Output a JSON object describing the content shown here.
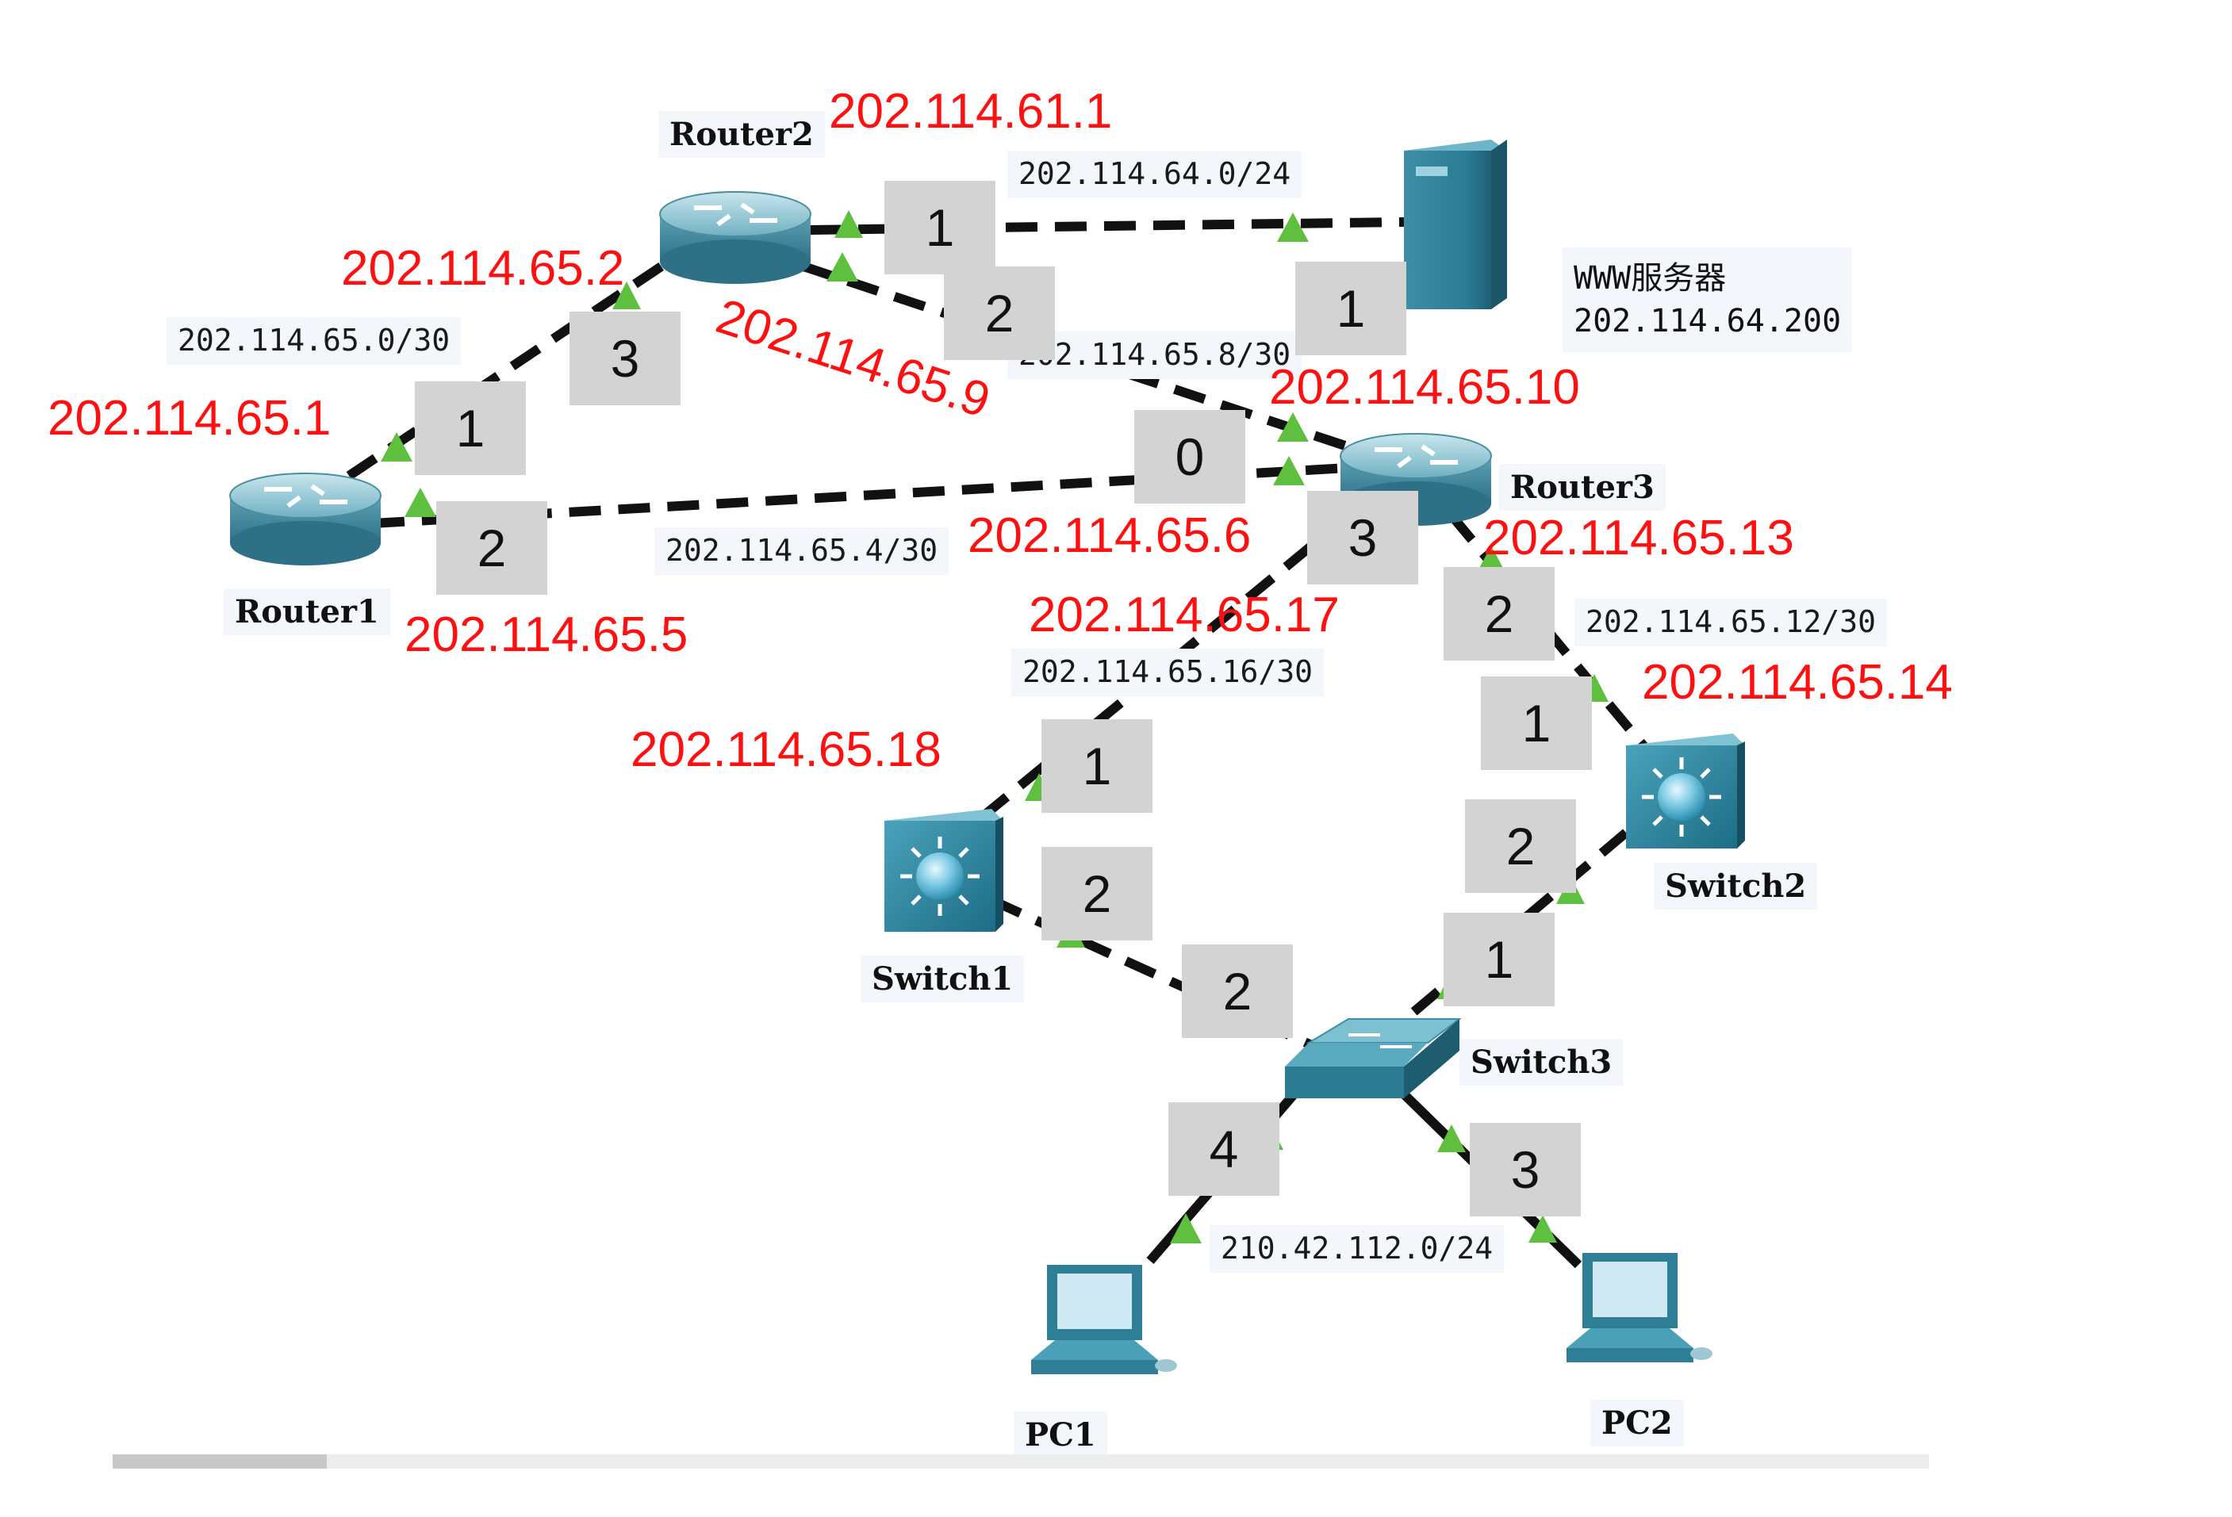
{
  "devices": {
    "router1": "Router1",
    "router2": "Router2",
    "router3": "Router3",
    "switch1": "Switch1",
    "switch2": "Switch2",
    "switch3": "Switch3",
    "pc1": "PC1",
    "pc2": "PC2"
  },
  "server": {
    "name": "WWW服务器",
    "ip": "202.114.64.200"
  },
  "subnets": {
    "s1": "202.114.64.0/24",
    "s2": "202.114.65.0/30",
    "s3": "202.114.65.8/30",
    "s4": "202.114.65.4/30",
    "s5": "202.114.65.12/30",
    "s6": "202.114.65.16/30",
    "s7": "210.42.112.0/24"
  },
  "ips": {
    "r2_www": "202.114.61.1",
    "r2_r1": "202.114.65.2",
    "r2_r3": "202.114.65.9",
    "r1_r2": "202.114.65.1",
    "r1_r3": "202.114.65.5",
    "r3_r2": "202.114.65.10",
    "r3_r1": "202.114.65.6",
    "r3_sw1": "202.114.65.17",
    "r3_sw2": "202.114.65.13",
    "sw2_r3": "202.114.65.14",
    "sw1_r3": "202.114.65.18"
  },
  "ports": {
    "r2_www": "1",
    "r2_r3": "2",
    "r2_r1": "3",
    "www": "1",
    "r1_r2": "1",
    "r1_r3": "2",
    "r3_r2": "0",
    "r3_sw1": "3",
    "r3_sw2": "2",
    "sw2_r3": "1",
    "sw2_sw3": "2",
    "sw1_r3": "1",
    "sw1_sw3": "2",
    "sw3_sw1": "2",
    "sw3_sw2": "1",
    "sw3_pc1": "4",
    "sw3_pc2": "3"
  },
  "colors": {
    "ip_text": "#ff1010",
    "link_dot": "#5fbf3f",
    "port_box": "#d3d3d3",
    "link": "#111111"
  },
  "icons": {
    "router": "router-icon",
    "multilayer_switch": "multilayer-switch-icon",
    "switch": "switch-icon",
    "server": "server-icon",
    "pc": "pc-icon"
  }
}
